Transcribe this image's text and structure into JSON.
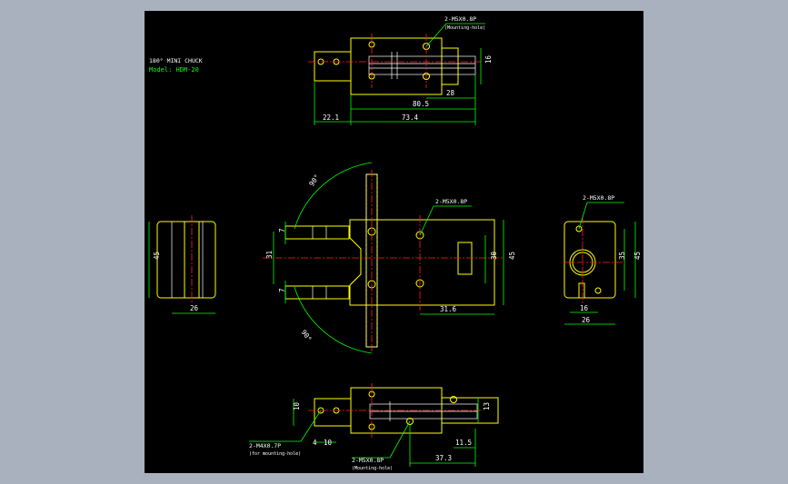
{
  "title_block": {
    "title": "180° MINI CHUCK",
    "model": "Model: HDM-20"
  },
  "callouts": {
    "top_holes": "2-M5X0.8P",
    "top_holes_note": "(Mounting-hole)",
    "front_holes": "2-M5X0.8P",
    "side_holes": "2-M5X0.8P",
    "bottom_m4": "2-M4X0.7P",
    "bottom_m4_note": "(for mounting-hole)",
    "bottom_m5": "2-M5X0.8P",
    "bottom_m5_note": "(Mounting-hole)"
  },
  "dimensions": {
    "top_16": "16",
    "top_28": "28",
    "top_80_5": "80.5",
    "top_22_1": "22.1",
    "top_73_4": "73.4",
    "front_7a": "7",
    "front_31": "31",
    "front_7b": "7",
    "front_30": "30",
    "front_45": "45",
    "front_31_6": "31.6",
    "angle_top": "90°",
    "angle_bottom": "90°",
    "left_45": "45",
    "left_26": "26",
    "right_35": "35",
    "right_45": "45",
    "right_16": "16",
    "right_26": "26",
    "bottom_10a": "10",
    "bottom_13": "13",
    "bottom_4": "4",
    "bottom_10b": "10",
    "bottom_11_5": "11.5",
    "bottom_37_3": "37.3"
  },
  "colors": {
    "sheet": "#000000",
    "frame": "#a9b0be",
    "part_outline": "#ffff00",
    "dimension": "#00ff00",
    "centerline": "#ff2020",
    "text": "#ffffff"
  }
}
